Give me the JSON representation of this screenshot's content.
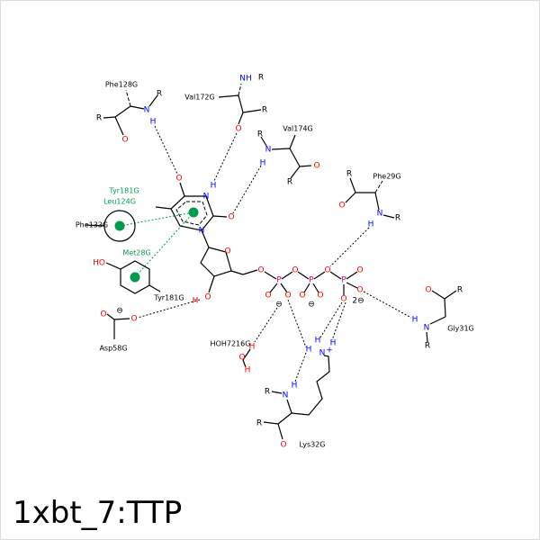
{
  "title": "1xbt_7:TTP",
  "atom_symbols": {
    "O": "O",
    "N": "N",
    "H": "H",
    "P": "P",
    "R": "R",
    "NH": "NH",
    "HO": "HO",
    "minus": "⊖",
    "two_minus": "2⊖",
    "plus": "+"
  },
  "residues": {
    "phe128": "Phe128G",
    "val172": "Val172G",
    "val174": "Val174G",
    "phe29": "Phe29G",
    "gly31": "Gly31G",
    "lys32": "Lys32G",
    "phe133": "Phe133G",
    "tyr181_hb": "Tyr181G",
    "tyr181_pi": "Tyr181G",
    "leu124": "Leu124G",
    "met28": "Met28G",
    "asp58": "Asp58G",
    "hoh": "HOH7216G"
  },
  "colors": {
    "oxygen": "#ff0000",
    "nitrogen": "#0000ff",
    "phosphorus": "#e0007a",
    "hydrophobic": "#009b4e"
  }
}
